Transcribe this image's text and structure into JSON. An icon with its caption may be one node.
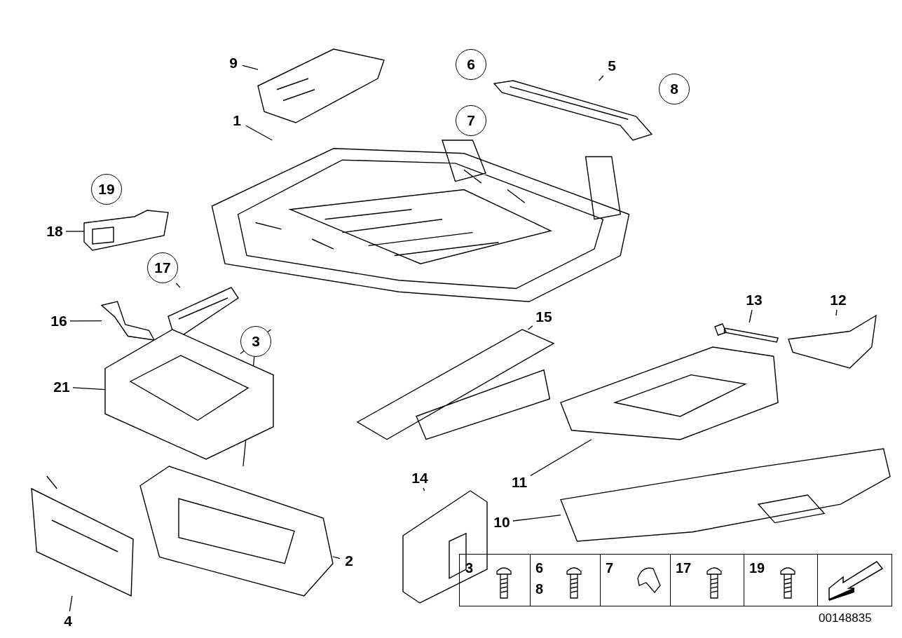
{
  "diagram": {
    "nodes": [
      {
        "text": [
          "1"
        ]
      },
      {
        "text": [
          "2"
        ]
      },
      {
        "text": [
          "3"
        ]
      },
      {
        "text": [
          "4"
        ]
      },
      {
        "text": [
          "5"
        ]
      },
      {
        "text": [
          "6"
        ]
      },
      {
        "text": [
          "7"
        ]
      },
      {
        "text": [
          "8"
        ]
      },
      {
        "text": [
          "9"
        ]
      },
      {
        "text": [
          "10"
        ]
      },
      {
        "text": [
          "11"
        ]
      },
      {
        "text": [
          "12"
        ]
      },
      {
        "text": [
          "13"
        ]
      },
      {
        "text": [
          "14"
        ]
      },
      {
        "text": [
          "15"
        ]
      },
      {
        "text": [
          "16"
        ]
      },
      {
        "text": [
          "17"
        ]
      },
      {
        "text": [
          "18"
        ]
      },
      {
        "text": [
          "19"
        ]
      },
      {
        "text": [
          "21"
        ]
      },
      {
        "text": [],
        "shape": "picture"
      },
      {
        "text": [],
        "shape": "picture"
      },
      {
        "text": [],
        "shape": "picture"
      },
      {
        "text": [],
        "shape": "picture"
      },
      {
        "text": [],
        "shape": "picture"
      },
      {
        "text": [],
        "shape": "picture"
      },
      {
        "text": [],
        "shape": "picture"
      },
      {
        "text": [],
        "shape": "picture"
      },
      {
        "text": [],
        "shape": "picture"
      },
      {
        "text": [],
        "shape": "picture"
      },
      {
        "text": [],
        "shape": "picture"
      },
      {
        "text": [],
        "shape": "picture"
      },
      {
        "text": [],
        "shape": "picture"
      },
      {
        "text": [],
        "shape": "picture"
      },
      {
        "text": [],
        "shape": "picture"
      }
    ],
    "edges": [
      {
        "from": 0,
        "to": 20,
        "arrow": "none"
      },
      {
        "from": 1,
        "to": 21,
        "arrow": "none"
      },
      {
        "from": 2,
        "to": 34,
        "arrow": "none"
      },
      {
        "from": 2,
        "to": 21,
        "arrow": "none"
      },
      {
        "from": 3,
        "to": 22,
        "arrow": "none"
      },
      {
        "from": 4,
        "to": 23,
        "arrow": "none"
      },
      {
        "from": 8,
        "to": 24,
        "arrow": "none"
      },
      {
        "from": 9,
        "to": 25,
        "arrow": "none"
      },
      {
        "from": 10,
        "to": 26,
        "arrow": "none"
      },
      {
        "from": 11,
        "to": 27,
        "arrow": "none"
      },
      {
        "from": 12,
        "to": 28,
        "arrow": "none"
      },
      {
        "from": 13,
        "to": 29,
        "arrow": "none"
      },
      {
        "from": 14,
        "to": 30,
        "arrow": "none"
      },
      {
        "from": 15,
        "to": 31,
        "arrow": "none"
      },
      {
        "from": 16,
        "to": 32,
        "arrow": "none"
      },
      {
        "from": 17,
        "to": 33,
        "arrow": "none"
      },
      {
        "from": 19,
        "to": 34,
        "arrow": "none"
      }
    ],
    "labels": [
      "3",
      "6",
      "8",
      "7",
      "17",
      "19",
      "00148835"
    ]
  }
}
